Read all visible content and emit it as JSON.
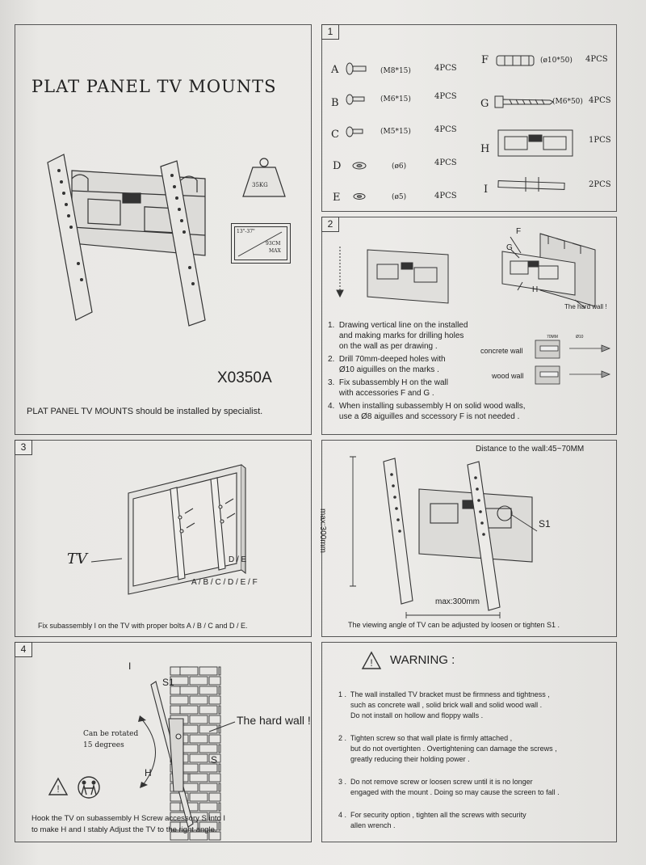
{
  "panel_main": {
    "title": "PLAT PANEL TV MOUNTS",
    "weight": "35KG",
    "size_range": "13\"-37\"",
    "size_cm": "93CM",
    "size_max": "MAX",
    "model": "X0350A",
    "note": "PLAT PANEL TV MOUNTS should be installed by specialist."
  },
  "panel1": {
    "number": "1",
    "parts": [
      {
        "letter": "A",
        "spec": "(M8*15)",
        "qty": "4PCS"
      },
      {
        "letter": "B",
        "spec": "(M6*15)",
        "qty": "4PCS"
      },
      {
        "letter": "C",
        "spec": "(M5*15)",
        "qty": "4PCS"
      },
      {
        "letter": "D",
        "spec": "(ø6)",
        "qty": "4PCS"
      },
      {
        "letter": "E",
        "spec": "(ø5)",
        "qty": "4PCS"
      },
      {
        "letter": "F",
        "spec": "(ø10*50)",
        "qty": "4PCS"
      },
      {
        "letter": "G",
        "spec": "(M6*50)",
        "qty": "4PCS"
      },
      {
        "letter": "H",
        "spec": "",
        "qty": "1PCS"
      },
      {
        "letter": "I",
        "spec": "",
        "qty": "2PCS"
      }
    ]
  },
  "panel2": {
    "number": "2",
    "label_f": "F",
    "label_g": "G",
    "label_h": "H",
    "hard_wall": "The hard wall !",
    "concrete_wall": "concrete wall",
    "wood_wall": "wood wall",
    "dim_70": "70MM",
    "dim_10": "Ø10",
    "steps": [
      "1.  Drawing vertical line on the installed",
      "     and making marks for drilling holes",
      "     on the wall as per drawing .",
      "2.  Drill 70mm-deeped holes with",
      "     Ø10 aiguilles on the marks .",
      "3.  Fix subassembly H on the wall",
      "     with accessories F and G .",
      "4.  When installing subassembly H on solid wood walls,",
      "     use a Ø8 aiguilles and sccessory F is not needed ."
    ]
  },
  "panel3": {
    "number": "3",
    "tv_label": "TV",
    "de_label": "D / E",
    "parts_label": "A / B / C / D / E / F",
    "caption": "Fix subassembly I on the TV with proper bolts A / B / C and D / E."
  },
  "panel_distance": {
    "distance": "Distance to the wall:45~70MM",
    "max_v": "max:300mm",
    "max_h": "max:300mm",
    "s1": "S1",
    "caption": "The viewing angle of TV can be adjusted by loosen or tighten S1 ."
  },
  "panel4": {
    "number": "4",
    "label_i": "I",
    "label_s1": "S1",
    "label_h": "H",
    "label_s": "S",
    "hard_wall": "The hard wall !",
    "rotate_1": "Can be rotated",
    "rotate_2": "15 degrees",
    "caption_1": "Hook the TV on subassembly H  Screw accessory S into I",
    "caption_2": "to make H and I stably  Adjust the TV to the right angle."
  },
  "warning": {
    "title": "WARNING :",
    "items": [
      [
        "1 .  The wall installed TV bracket must be firmness and tightness ,",
        "      such as concrete wall , solid brick wall and solid wood wall .",
        "      Do not install on hollow and floppy walls ."
      ],
      [
        "2 .  Tighten screw so that wall plate is firmly attached ,",
        "      but do not overtighten . Overtightening can damage the screws ,",
        "      greatly reducing their holding power ."
      ],
      [
        "3 .  Do not remove screw or loosen screw until it is no longer",
        "      engaged with the mount . Doing so may cause the screen to fall ."
      ],
      [
        "4 .  For security option , tighten all the screws with security",
        "      allen wrench ."
      ]
    ]
  }
}
